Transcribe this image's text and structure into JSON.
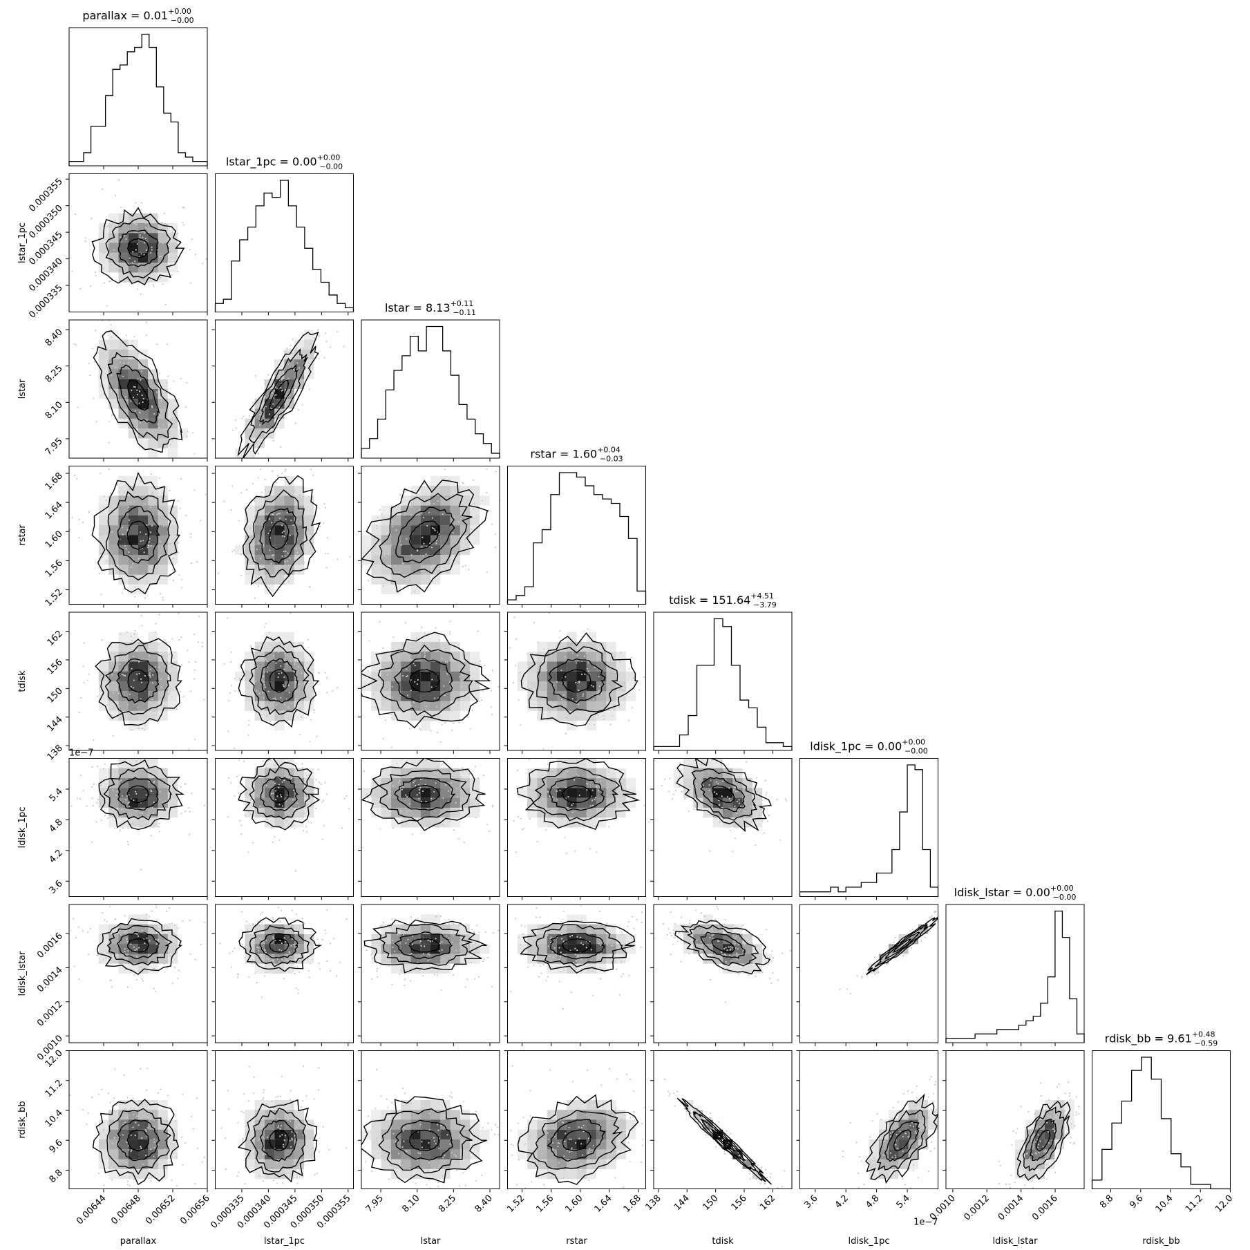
{
  "chart_data": {
    "type": "corner",
    "parameters": [
      {
        "name": "parallax",
        "title_value": "0.01",
        "err_plus": "+0.00",
        "err_minus": "−0.00",
        "ticks": [
          0.00644,
          0.00648,
          0.00652,
          0.00656
        ],
        "tick_labels": [
          "0.00644",
          "0.00648",
          "0.00652",
          "0.00656"
        ],
        "range": [
          0.0064,
          0.00656
        ],
        "center": 0.00648,
        "sigma": 2.2e-05,
        "hist": [
          1,
          1,
          3,
          9,
          9,
          16,
          22,
          23,
          26,
          27,
          30,
          27,
          18,
          12,
          10,
          3,
          2,
          1,
          1
        ]
      },
      {
        "name": "lstar_1pc",
        "title_value": "0.00",
        "err_plus": "+0.00",
        "err_minus": "−0.00",
        "ticks": [
          0.000335,
          0.00034,
          0.000345,
          0.00035,
          0.000355
        ],
        "tick_labels": [
          "0.000335",
          "0.000340",
          "0.000345",
          "0.000350",
          "0.000355"
        ],
        "range": [
          0.00033,
          0.000356
        ],
        "center": 0.000342,
        "sigma": 3.2e-06,
        "hist": [
          2,
          3,
          12,
          17,
          20,
          25,
          28,
          27,
          31,
          25,
          20,
          15,
          10,
          7,
          4,
          2,
          1
        ]
      },
      {
        "name": "lstar",
        "title_value": "8.13",
        "err_plus": "+0.11",
        "err_minus": "−0.11",
        "ticks": [
          7.95,
          8.1,
          8.25,
          8.4
        ],
        "tick_labels": [
          "7.95",
          "8.10",
          "8.25",
          "8.40"
        ],
        "range": [
          7.87,
          8.44
        ],
        "center": 8.13,
        "sigma": 0.11,
        "hist": [
          2,
          4,
          8,
          14,
          18,
          21,
          25,
          22,
          27,
          27,
          22,
          17,
          11,
          8,
          5,
          3,
          1
        ]
      },
      {
        "name": "rstar",
        "title_value": "1.60",
        "err_plus": "+0.04",
        "err_minus": "−0.03",
        "ticks": [
          1.52,
          1.56,
          1.6,
          1.64,
          1.68
        ],
        "tick_labels": [
          "1.52",
          "1.56",
          "1.60",
          "1.64",
          "1.68"
        ],
        "range": [
          1.5,
          1.69
        ],
        "center": 1.595,
        "sigma": 0.035,
        "hist": [
          1,
          2,
          4,
          14,
          17,
          25,
          30,
          30,
          29,
          27,
          25,
          24,
          23,
          20,
          15,
          3
        ]
      },
      {
        "name": "tdisk",
        "title_value": "151.64",
        "err_plus": "+4.51",
        "err_minus": "−3.79",
        "ticks": [
          138,
          144,
          150,
          156,
          162
        ],
        "tick_labels": [
          "138",
          "144",
          "150",
          "156",
          "162"
        ],
        "range": [
          137,
          166
        ],
        "center": 151.6,
        "sigma": 4.2,
        "hist": [
          1,
          1,
          1,
          4,
          9,
          22,
          22,
          34,
          32,
          22,
          13,
          11,
          6,
          2,
          2,
          1
        ]
      },
      {
        "name": "ldisk_1pc",
        "title_value": "0.00",
        "err_plus": "+0.00",
        "err_minus": "−0.00",
        "ticks": [
          3.6e-07,
          4.2e-07,
          4.8e-07,
          5.4e-07
        ],
        "tick_labels": [
          "3.6",
          "4.2",
          "4.8",
          "5.4"
        ],
        "range": [
          3.3e-07,
          6e-07
        ],
        "center": 5.3e-07,
        "sigma": 3e-08,
        "hist": [
          1,
          1,
          1,
          1,
          2,
          1,
          2,
          2,
          3,
          3,
          5,
          5,
          10,
          18,
          28,
          27,
          10,
          2
        ],
        "offset_text": "1e−7"
      },
      {
        "name": "ldisk_lstar",
        "title_value": "0.00",
        "err_plus": "+0.00",
        "err_minus": "−0.00",
        "ticks": [
          0.001,
          0.0012,
          0.0014,
          0.0016
        ],
        "tick_labels": [
          "0.0010",
          "0.0012",
          "0.0014",
          "0.0016"
        ],
        "range": [
          0.00096,
          0.00177
        ],
        "center": 0.00153,
        "sigma": 7e-05,
        "hist": [
          1,
          1,
          1,
          1,
          2,
          2,
          2,
          3,
          3,
          3,
          4,
          5,
          6,
          9,
          15,
          30,
          24,
          10,
          2
        ]
      },
      {
        "name": "rdisk_bb",
        "title_value": "9.61",
        "err_plus": "+0.48",
        "err_minus": "−0.59",
        "ticks": [
          8.8,
          9.6,
          10.4,
          11.2,
          12.0
        ],
        "tick_labels": [
          "8.8",
          "9.6",
          "10.4",
          "11.2",
          "12.0"
        ],
        "range": [
          8.3,
          12.0
        ],
        "center": 9.6,
        "sigma": 0.5,
        "hist": [
          2,
          9,
          15,
          20,
          27,
          30,
          25,
          16,
          8,
          5,
          1,
          1,
          0,
          0
        ]
      }
    ],
    "correlations": {
      "2-0": -0.6,
      "2-1": 0.85,
      "3-1": 0.2,
      "3-2": 0.4,
      "5-4": -0.45,
      "6-4": -0.5,
      "6-5": 0.97,
      "7-3": 0.25,
      "7-4": -0.98,
      "7-5": 0.6,
      "7-6": 0.6
    },
    "xlabels": [
      "parallax",
      "lstar_1pc",
      "lstar",
      "rstar",
      "tdisk",
      "ldisk_1pc",
      "ldisk_lstar",
      "rdisk_bb"
    ],
    "ylabels": [
      "lstar_1pc",
      "lstar",
      "rstar",
      "tdisk",
      "ldisk_1pc",
      "ldisk_lstar",
      "rdisk_bb"
    ],
    "offset_texts": {
      "ldisk_1pc_y": "1e−7",
      "ldisk_1pc_x": "1e−7"
    },
    "colors": {
      "line": "#000000",
      "density": "#000000",
      "points": "#c8c8c8"
    }
  }
}
